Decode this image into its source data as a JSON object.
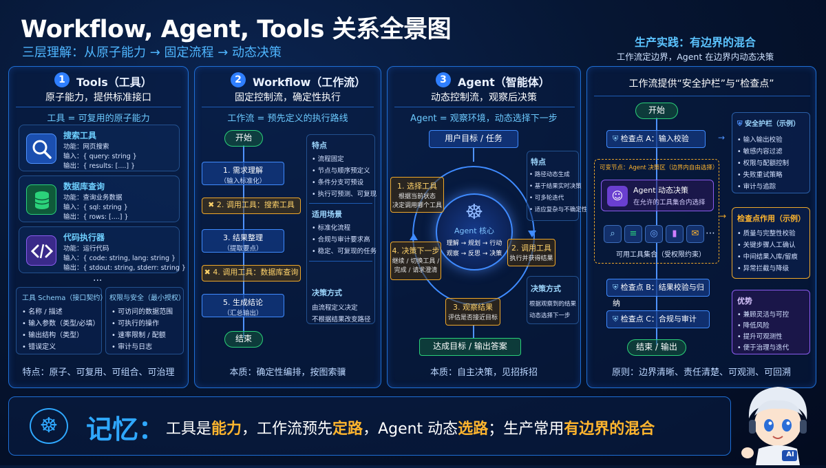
{
  "header": {
    "title": "Workflow, Agent, Tools 关系全景图",
    "subtitle": "三层理解：从原子能力 → 固定流程 → 动态决策",
    "practice_title": "生产实践：有边界的混合",
    "practice_sub": "工作流定边界，Agent 在边界内动态决策"
  },
  "tools": {
    "num": "1",
    "title": "Tools（工具）",
    "subtitle": "原子能力，提供标准接口",
    "section": "工具 = 可复用的原子能力",
    "items": [
      {
        "name": "搜索工具",
        "l1": "功能：网页搜索",
        "l2": "输入：{ query: string }",
        "l3": "输出：{ results: [....] }"
      },
      {
        "name": "数据库查询",
        "l1": "功能：查询业务数据",
        "l2": "输入：{ sql: string }",
        "l3": "输出：{ rows: [....] }"
      },
      {
        "name": "代码执行器",
        "l1": "功能：运行代码",
        "l2": "输入：{ code: string, lang: string }",
        "l3": "输出：{ stdout: string, stderr: string }"
      }
    ],
    "more": "...",
    "schema_title": "工具 Schema（接口契约）",
    "schema_items": [
      "名称 / 描述",
      "输入参数（类型/必填）",
      "输出结构（类型）",
      "错误定义"
    ],
    "perm_title": "权限与安全（最小授权）",
    "perm_items": [
      "可访问的数据范围",
      "可执行的操作",
      "速率限制 / 配额",
      "审计与日志"
    ],
    "footer": "特点：原子、可复用、可组合、可治理"
  },
  "workflow": {
    "num": "2",
    "title": "Workflow（工作流）",
    "subtitle": "固定控制流，确定性执行",
    "section": "工作流 = 预先定义的执行路线",
    "start": "开始",
    "end": "结束",
    "steps": [
      {
        "t": "1. 需求理解",
        "s": "（输入标准化）"
      },
      {
        "t": "2. 调用工具：搜索工具",
        "s": ""
      },
      {
        "t": "3. 结果整理",
        "s": "（提取要点）"
      },
      {
        "t": "4. 调用工具：数据库查询",
        "s": ""
      },
      {
        "t": "5. 生成结论",
        "s": "（汇总输出）"
      }
    ],
    "feat_title": "特点",
    "feat_items": [
      "流程固定",
      "节点与顺序预定义",
      "条件分支可预设",
      "执行可预测、可复现"
    ],
    "scene_title": "适用场景",
    "scene_items": [
      "标准化流程",
      "合规与审计要求高",
      "稳定、可复现的任务"
    ],
    "decide_title": "决策方式",
    "decide_items": [
      "由流程定义决定",
      "不根据结果改变路径"
    ],
    "footer": "本质：确定性编排，按图索骥"
  },
  "agent": {
    "num": "3",
    "title": "Agent（智能体）",
    "subtitle": "动态控制流，观察后决策",
    "section": "Agent = 观察环境，动态选择下一步",
    "goal": "用户目标 / 任务",
    "core_title": "Agent 核心",
    "core_l1": "理解 → 规划 → 行动",
    "core_l2": "观察 → 反思 → 决策",
    "n1_t": "1. 选择工具",
    "n1_s1": "根据当前状态",
    "n1_s2": "决定调用哪个工具",
    "n2_t": "2. 调用工具",
    "n2_s1": "执行并获得结果",
    "n3_t": "3. 观察结果",
    "n3_s1": "评估是否接近目标",
    "n4_t": "4. 决策下一步",
    "n4_s1": "继续 / 切换工具 /",
    "n4_s2": "完成 / 请求澄清",
    "done": "达成目标 / 输出答案",
    "feat_title": "特点",
    "feat_items": [
      "路径动态生成",
      "基于结果实时决策",
      "可多轮迭代",
      "适应复杂与不确定性"
    ],
    "decide_title": "决策方式",
    "decide_items": [
      "根据观察到的结果",
      "动态选择下一步"
    ],
    "footer": "本质：自主决策，见招拆招"
  },
  "hybrid": {
    "title": "工作流提供“安全护栏”与“检查点”",
    "start": "开始",
    "check_a": "检查点 A：输入校验",
    "zone_title": "可变节点：Agent 决策区（边界内自由选择）",
    "agent_title": "Agent 动态决策",
    "agent_sub": "在允许的工具集合内选择",
    "toolset": "可用工具集合（受权限约束）",
    "check_b": "检查点 B：结果校验与归纳",
    "check_c": "检查点 C：合规与审计",
    "end": "结束 / 输出",
    "guard_title": "安全护栏（示例）",
    "guard_items": [
      "输入输出校验",
      "敏感内容过滤",
      "权限与配额控制",
      "失败重试策略",
      "审计与追踪"
    ],
    "cp_title": "检查点作用（示例）",
    "cp_items": [
      "质量与完整性校验",
      "关键步骤人工确认",
      "中间结果入库/留痕",
      "异常拦截与降级"
    ],
    "adv_title": "优势",
    "adv_items": [
      "兼顾灵活与可控",
      "降低风险",
      "提升可观测性",
      "便于治理与迭代"
    ],
    "footer": "原则：边界清晰、责任清楚、可观测、可回溯"
  },
  "memory": {
    "title": "记忆：",
    "p1": "工具是",
    "h1": "能力",
    "p2": "，工作流预先",
    "h2": "定路",
    "p3": "，Agent 动态",
    "h3": "选路",
    "p4": "；生产常用",
    "h4": "有边界的混合"
  },
  "mascot": {
    "badge": "AI"
  },
  "colors": {
    "accent": "#2f7fff",
    "orange": "#f0a92a",
    "green": "#2bd27a",
    "purple": "#8c5cf0"
  }
}
